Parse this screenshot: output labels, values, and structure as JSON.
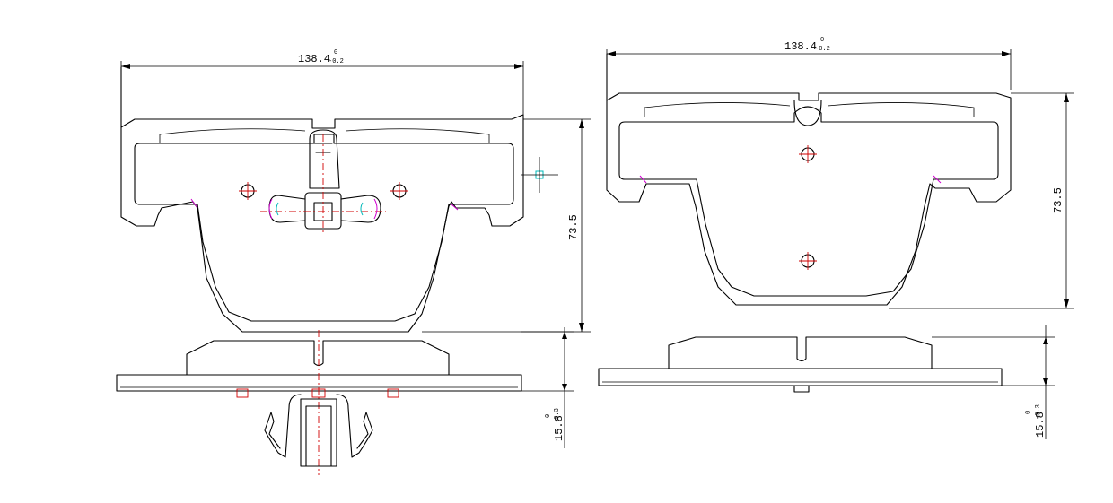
{
  "left_view": {
    "width_dim": {
      "value": "138.4",
      "upper_tol": "0",
      "lower_tol": "-0.2"
    },
    "height_dim": {
      "value": "73.5"
    },
    "thickness_dim": {
      "value": "15.8",
      "upper_tol": "0",
      "lower_tol": "-0.3"
    }
  },
  "right_view": {
    "width_dim": {
      "value": "138.4",
      "upper_tol": "0",
      "lower_tol": "-0.2"
    },
    "height_dim": {
      "value": "73.5"
    },
    "thickness_dim": {
      "value": "15.8",
      "upper_tol": "0",
      "lower_tol": "-0.3"
    }
  },
  "colors": {
    "outline": "#000000",
    "centerline": "#d00000",
    "hidden_edge": "#d000d0",
    "datum": "#00b8b8"
  }
}
